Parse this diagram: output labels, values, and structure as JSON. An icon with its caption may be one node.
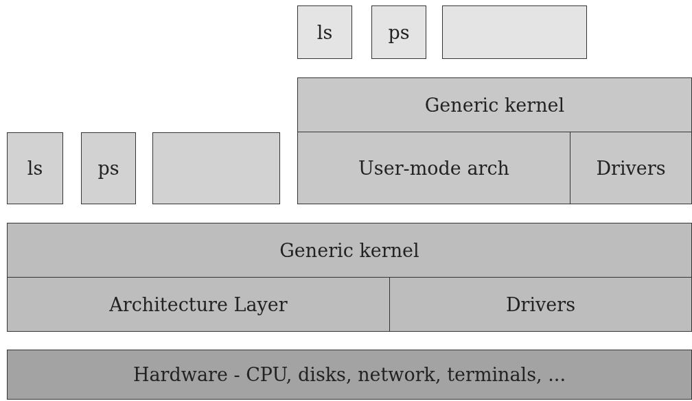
{
  "diagram": {
    "nodes": [
      {
        "text": [
          "ls"
        ]
      },
      {
        "text": [
          "ps"
        ]
      },
      {
        "text": [],
        "shape": "box"
      },
      {
        "text": [
          "Generic kernel"
        ]
      },
      {
        "text": [
          "ls"
        ]
      },
      {
        "text": [
          "ps"
        ]
      },
      {
        "text": [],
        "shape": "box"
      },
      {
        "text": [
          "User-mode arch"
        ]
      },
      {
        "text": [
          "Drivers"
        ]
      },
      {
        "text": [
          "Generic kernel"
        ]
      },
      {
        "text": [
          "Architecture Layer"
        ]
      },
      {
        "text": [
          "Drivers"
        ]
      },
      {
        "text": [
          "Hardware - CPU, disks, network, terminals, ..."
        ]
      }
    ]
  }
}
